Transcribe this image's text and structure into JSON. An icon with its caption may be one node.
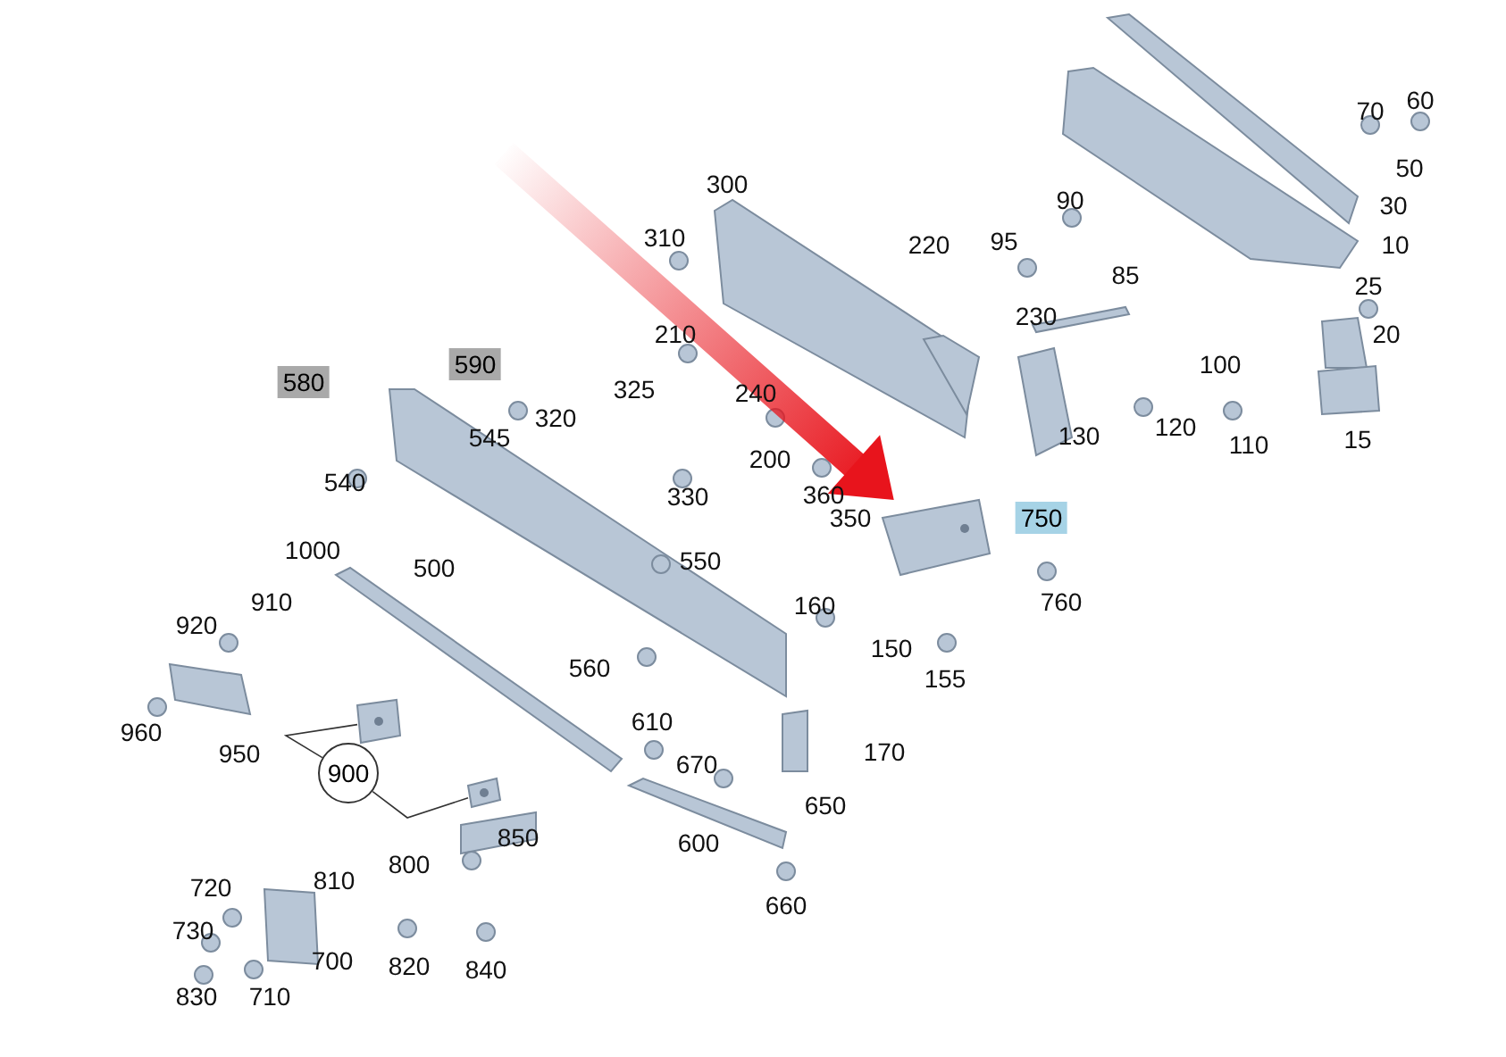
{
  "diagram": {
    "nodes": [
      {
        "text": [
          "580"
        ]
      },
      {
        "text": [
          "590"
        ]
      },
      {
        "text": [
          "750"
        ]
      },
      {
        "text": [
          "900"
        ]
      },
      {
        "text": [],
        "shape": "picture"
      },
      {
        "text": [],
        "shape": "picture"
      },
      {
        "text": [],
        "shape": "picture"
      }
    ],
    "edges": [
      {
        "from": 3,
        "to": 4,
        "arrow": "none"
      },
      {
        "from": 3,
        "to": 5,
        "arrow": "none"
      },
      {
        "from": null,
        "to": 6,
        "arrow": "to",
        "style": "thick",
        "color": "#e8141c"
      }
    ],
    "labels": [
      "60",
      "70",
      "50",
      "300",
      "90",
      "30",
      "310",
      "220",
      "95",
      "10",
      "85",
      "25",
      "230",
      "210",
      "20",
      "100",
      "240",
      "325",
      "320",
      "120",
      "545",
      "130",
      "15",
      "110",
      "200",
      "540",
      "360",
      "350",
      "330",
      "760",
      "1000",
      "550",
      "500",
      "160",
      "910",
      "920",
      "150",
      "560",
      "155",
      "610",
      "960",
      "950",
      "170",
      "670",
      "650",
      "850",
      "600",
      "800",
      "810",
      "720",
      "660",
      "730",
      "700",
      "820",
      "840",
      "830",
      "710"
    ]
  }
}
